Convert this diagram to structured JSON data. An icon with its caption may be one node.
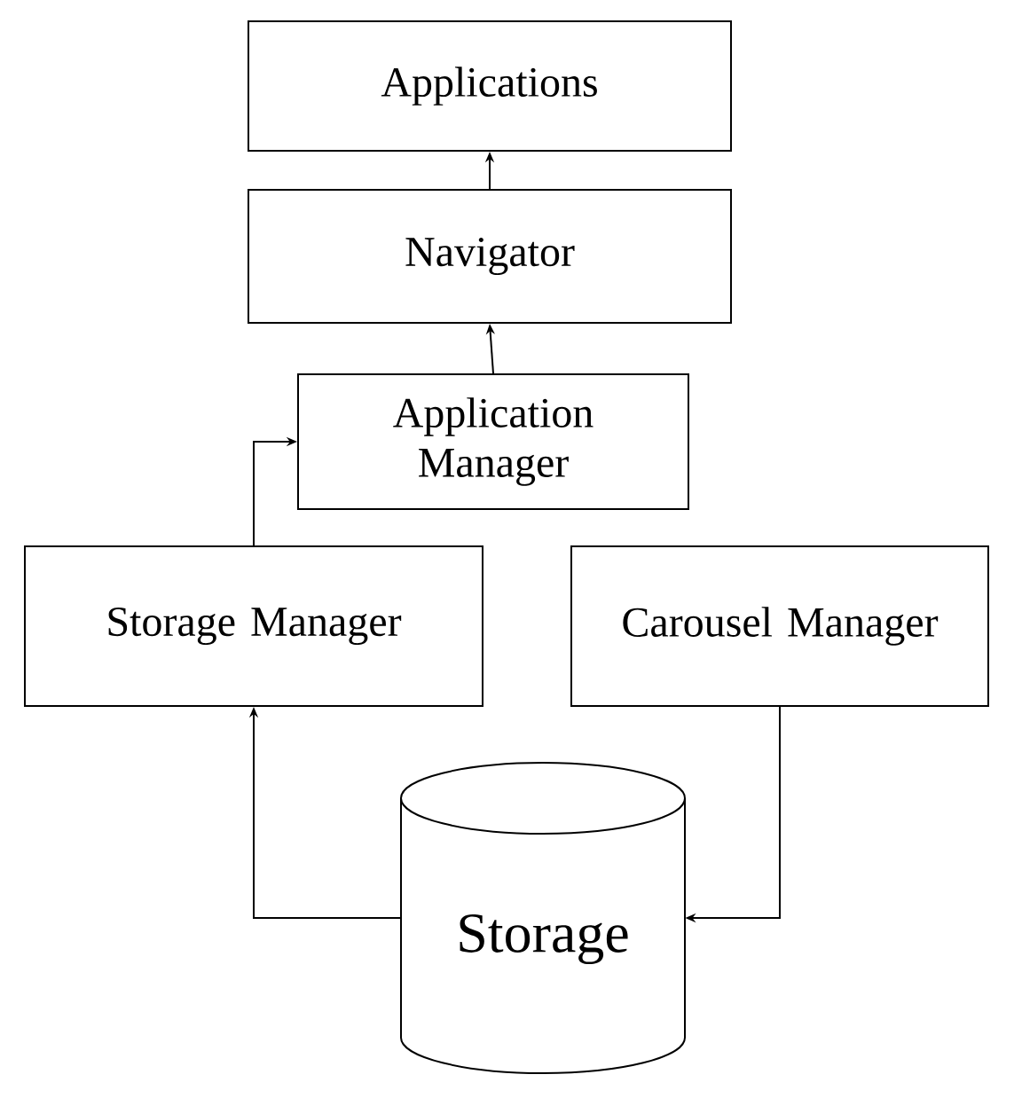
{
  "diagram": {
    "nodes": [
      {
        "text": [
          "Applications"
        ]
      },
      {
        "text": [
          "Navigator"
        ]
      },
      {
        "text": [
          "Application Manager"
        ]
      },
      {
        "text": [
          "Storage Manager"
        ]
      },
      {
        "text": [
          "Carousel Manager"
        ]
      },
      {
        "text": [
          "Storage"
        ]
      }
    ],
    "edges": [
      {
        "from": 1,
        "to": 0,
        "arrow": "to"
      },
      {
        "from": 2,
        "to": 1,
        "arrow": "to"
      },
      {
        "from": 3,
        "to": 2,
        "arrow": "to"
      },
      {
        "from": 5,
        "to": 3,
        "arrow": "to"
      },
      {
        "from": 4,
        "to": 5,
        "arrow": "to"
      }
    ]
  }
}
